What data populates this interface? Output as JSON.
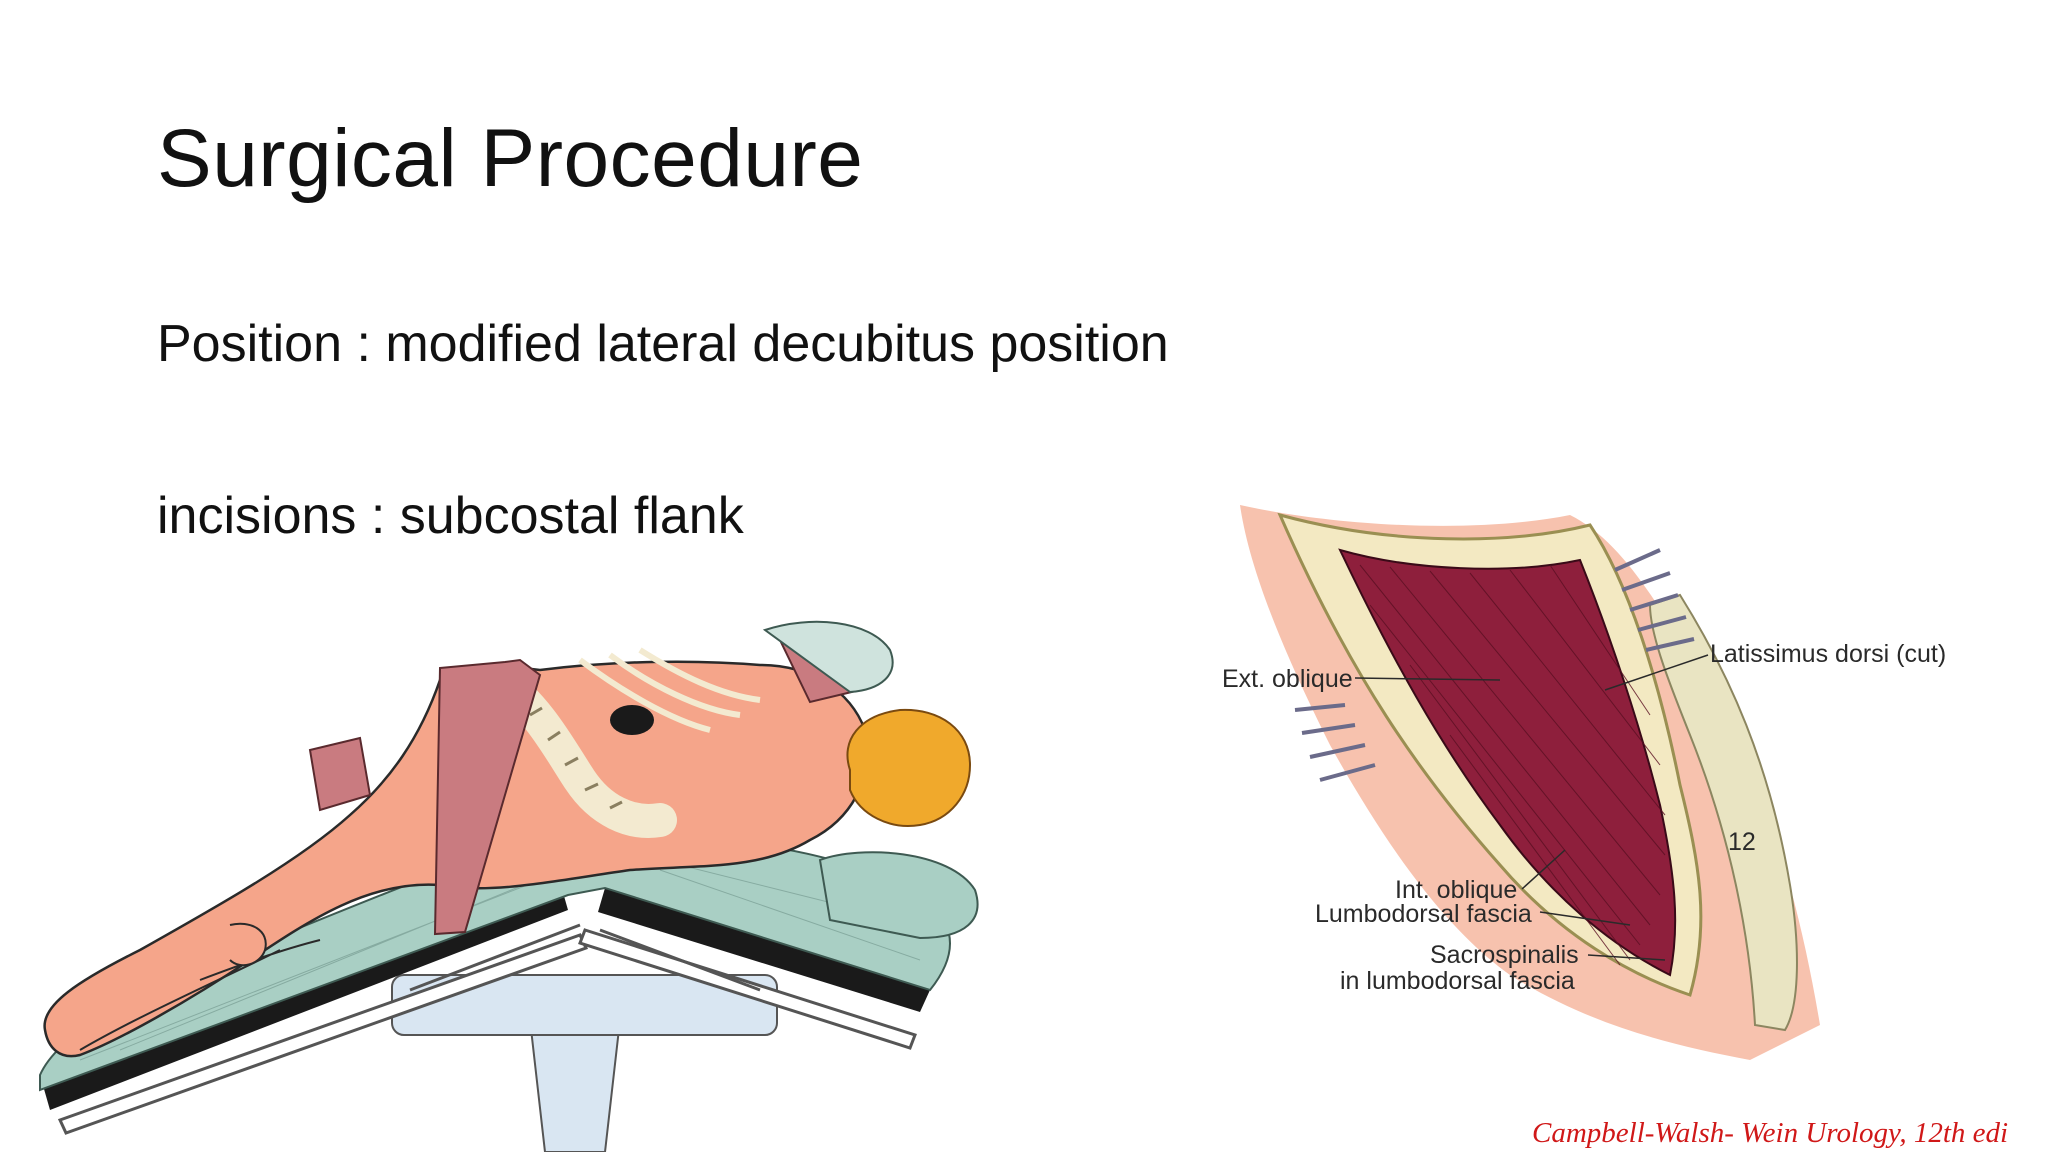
{
  "slide": {
    "title": "Surgical Procedure",
    "bullets": [
      "Position : modified lateral decubitus position",
      "incisions : subcostal flank"
    ],
    "figure_right_labels": {
      "ext_oblique": "Ext. oblique",
      "latissimus": "Latissimus dorsi (cut)",
      "rib_number": "12",
      "int_oblique": "Int. oblique",
      "lumbodorsal": "Lumbodorsal fascia",
      "sacrospinalis": "Sacrospinalis",
      "in_lumbodorsal": "in lumbodorsal fascia"
    },
    "citation": "Campbell-Walsh- Wein Urology, 12th edi"
  },
  "colors": {
    "skin": "#f5a58a",
    "strap": "#c97b80",
    "mattress": "#a9cfc4",
    "table": "#1a1a1a",
    "pedestal": "#d9e6f2",
    "hair": "#f0a92c",
    "muscle": "#8e1f3c",
    "fascia": "#f3e9c2",
    "tissue": "#f7c2ae",
    "citation": "#d01818"
  }
}
